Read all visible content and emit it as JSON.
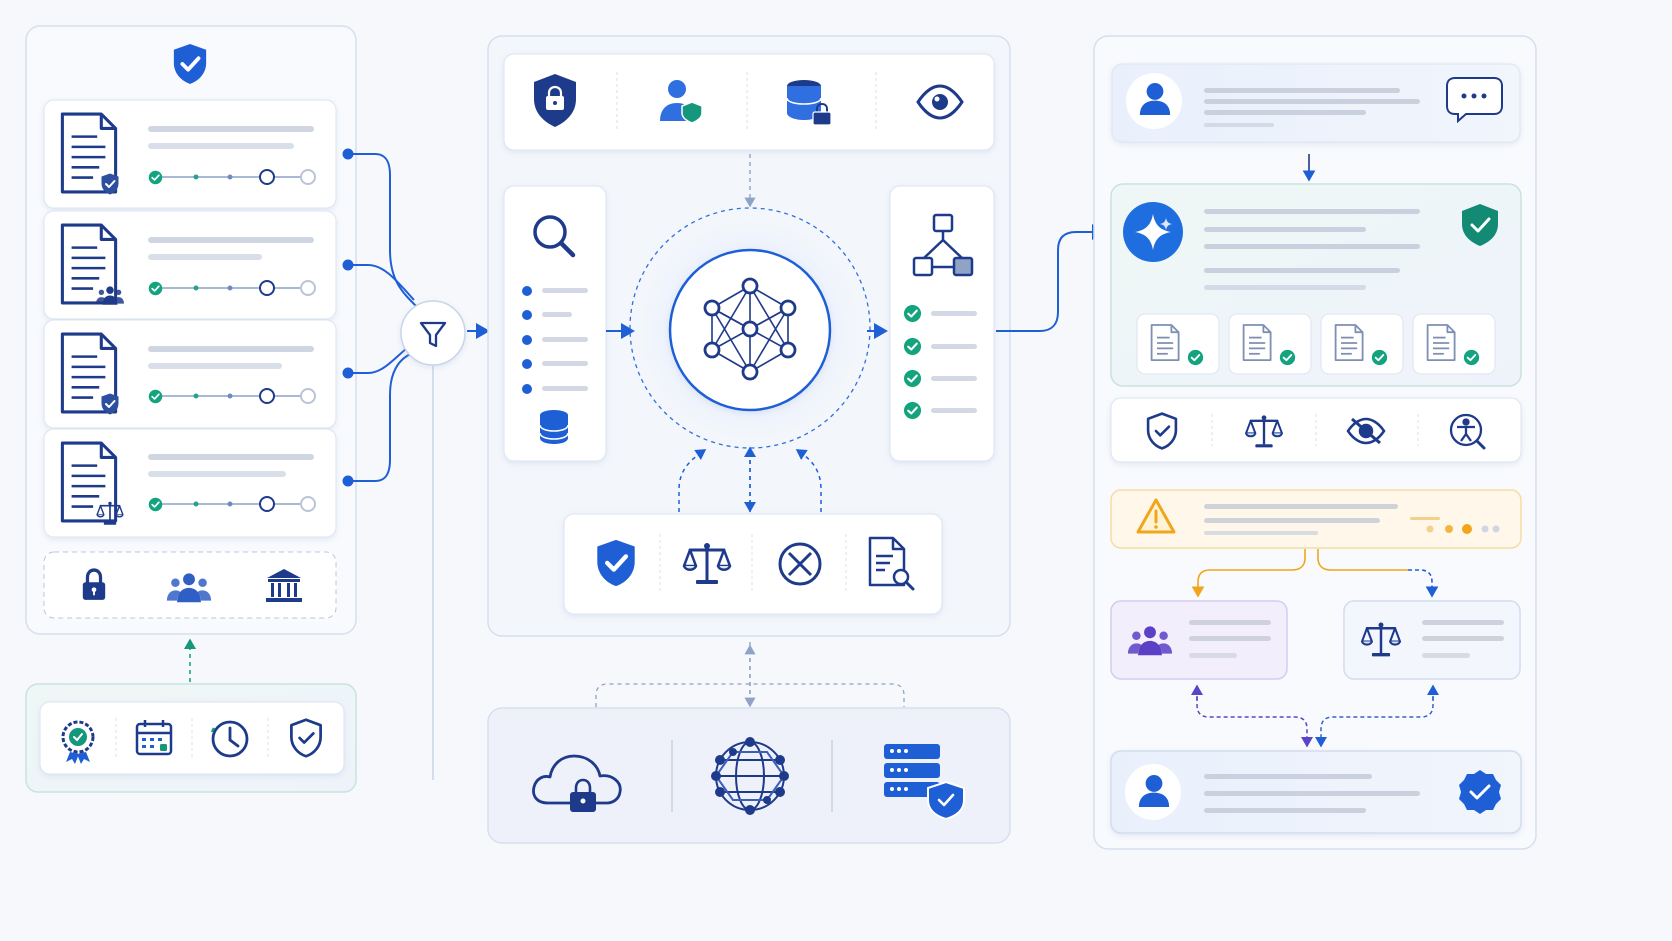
{
  "colors": {
    "background": "#f6f8fc",
    "panel_border": "#d6dfee",
    "card_border": "#dde5f2",
    "accent_blue": "#1f5fd6",
    "navy": "#1e3a8a",
    "teal": "#12977a",
    "success_green": "#14a37f",
    "warning_amber": "#f2a51a",
    "purple": "#6b3fd0",
    "placeholder_gray": "#cfd6e2"
  },
  "left_panel": {
    "header_icon": "shield-check-icon",
    "documents": [
      {
        "icon": "document-shield-icon",
        "progress_steps": 5,
        "completed": 1
      },
      {
        "icon": "document-users-icon",
        "progress_steps": 5,
        "completed": 1
      },
      {
        "icon": "document-shield-icon",
        "progress_steps": 5,
        "completed": 1
      },
      {
        "icon": "document-scales-icon",
        "progress_steps": 5,
        "completed": 1
      }
    ],
    "toolbar_icons": [
      "lock-icon",
      "users-icon",
      "institution-icon"
    ],
    "bottom_icons": [
      "award-badge-icon",
      "calendar-icon",
      "clock-icon",
      "shield-check-icon"
    ]
  },
  "router": {
    "icon": "filter-icon"
  },
  "center_panel": {
    "top_icons": [
      "shield-lock-icon",
      "user-shield-icon",
      "database-lock-icon",
      "eye-icon"
    ],
    "search_card": {
      "icon": "search-icon",
      "list_items": 5,
      "footer_icon": "database-icon"
    },
    "hub": {
      "icon": "network-graph-icon"
    },
    "hierarchy_card": {
      "icon": "hierarchy-icon",
      "checked_items": 4
    },
    "controls_icons": [
      "shield-check-icon",
      "scales-icon",
      "blocked-icon",
      "document-search-icon"
    ],
    "infrastructure_icons": [
      "cloud-lock-icon",
      "global-network-icon",
      "server-shield-icon"
    ]
  },
  "right_panel": {
    "request_card": {
      "avatar": "user-avatar-icon",
      "action": "chat-bubble-icon"
    },
    "ai_card": {
      "icon": "ai-sparkle-icon",
      "status": "shield-check-icon",
      "documents": 4
    },
    "policy_icons": [
      "shield-check-icon",
      "scales-icon",
      "eye-off-icon",
      "accessibility-search-icon"
    ],
    "alert_card": {
      "icon": "warning-icon"
    },
    "review_cards": [
      {
        "icon": "users-icon",
        "tone": "purple"
      },
      {
        "icon": "scales-icon",
        "tone": "blue"
      }
    ],
    "final_card": {
      "avatar": "user-avatar-icon",
      "status": "verified-badge-icon"
    }
  }
}
